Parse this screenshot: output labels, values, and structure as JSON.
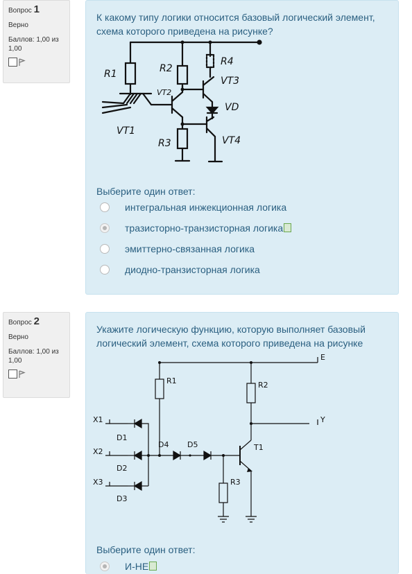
{
  "q1": {
    "label": "Вопрос",
    "number": "1",
    "state": "Верно",
    "grade": "Баллов: 1,00 из 1,00",
    "text": "К какому типу логики относится базовый логический элемент, схема которого приведена на рисунке?",
    "prompt": "Выберите один ответ:",
    "answers": [
      {
        "label": "интегральная инжекционная логика",
        "checked": false
      },
      {
        "label": "тразисторно-транзисторная логика",
        "checked": true
      },
      {
        "label": "эмиттерно-связанная логика",
        "checked": false
      },
      {
        "label": "диодно-транзисторная логика",
        "checked": false
      }
    ],
    "circuit_labels": {
      "r1": "R1",
      "r2": "R2",
      "r3": "R3",
      "r4": "R4",
      "vt1": "VT1",
      "vt2": "VT2",
      "vt3": "VT3",
      "vt4": "VT4",
      "vd": "VD"
    }
  },
  "q2": {
    "label": "Вопрос",
    "number": "2",
    "state": "Верно",
    "grade": "Баллов: 1,00 из 1,00",
    "text": "Укажите логическую функцию, которую выполняет базовый логический элемент, схема которого приведена на рисунке",
    "prompt": "Выберите один ответ:",
    "answers": [
      {
        "label": "И-НЕ",
        "checked": true
      }
    ],
    "circuit_labels": {
      "e": "E",
      "y": "Y",
      "r1": "R1",
      "r2": "R2",
      "r3": "R3",
      "x1": "X1",
      "x2": "X2",
      "x3": "X3",
      "d1": "D1",
      "d2": "D2",
      "d3": "D3",
      "d4": "D4",
      "d5": "D5",
      "t1": "T1"
    }
  }
}
